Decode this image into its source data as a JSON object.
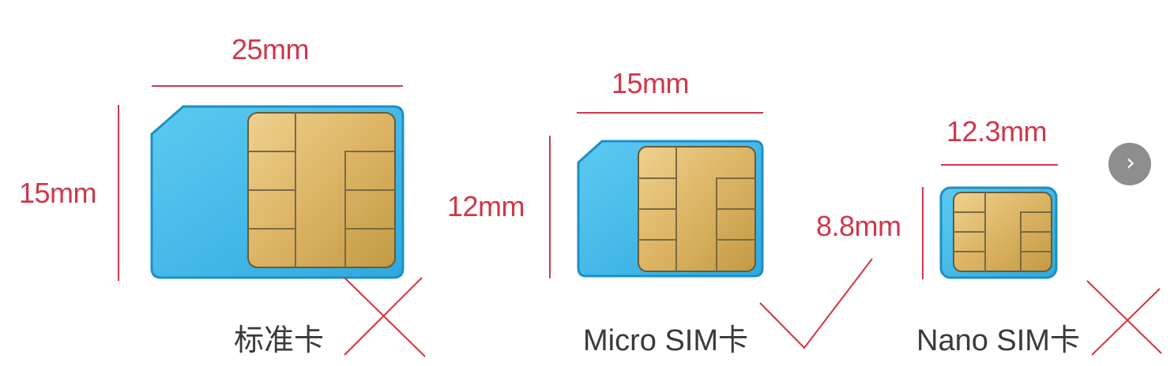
{
  "cards": [
    {
      "name": "标准卡",
      "width_label": "25mm",
      "height_label": "15mm",
      "mark": "cross"
    },
    {
      "name": "Micro SIM卡",
      "width_label": "15mm",
      "height_label": "12mm",
      "mark": "check"
    },
    {
      "name": "Nano SIM卡",
      "width_label": "12.3mm",
      "height_label": "8.8mm",
      "mark": "cross"
    }
  ],
  "colors": {
    "card_body": "#3fb6e6",
    "card_border": "#1d8fc4",
    "chip": "#dcb464",
    "dimension": "#d0374a",
    "mark": "#d8323c",
    "name_text": "#3a3a3a"
  },
  "next_button": {
    "icon": "chevron-right-icon",
    "glyph": "›"
  }
}
